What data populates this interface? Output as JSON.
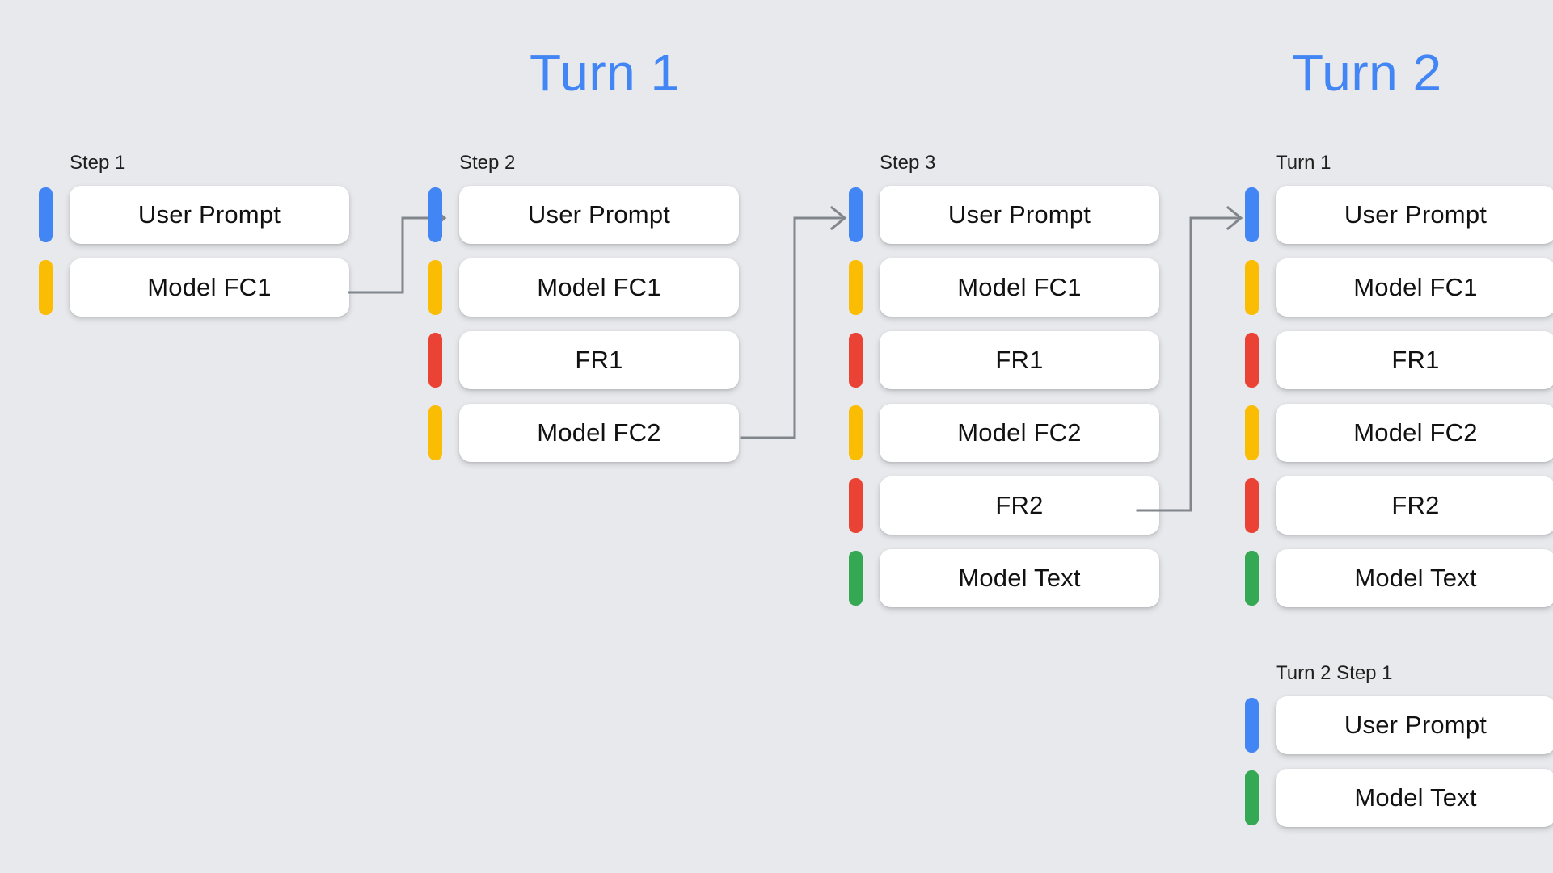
{
  "background_color": "#e8e9ec",
  "titles": [
    {
      "text": "Turn 1",
      "color": "#4285f4"
    },
    {
      "text": "Turn 2",
      "color": "#4285f4"
    }
  ],
  "palette": {
    "blue": "#4285f4",
    "yellow": "#fbbc04",
    "red": "#ea4335",
    "green": "#34a853",
    "card": "#ffffff",
    "connector": "#80868b",
    "text": "#111111"
  },
  "columns": [
    {
      "label": "Step 1",
      "rows": [
        {
          "label": "User Prompt",
          "color": "blue"
        },
        {
          "label": "Model FC1",
          "color": "yellow"
        }
      ]
    },
    {
      "label": "Step 2",
      "rows": [
        {
          "label": "User Prompt",
          "color": "blue"
        },
        {
          "label": "Model FC1",
          "color": "yellow"
        },
        {
          "label": "FR1",
          "color": "red"
        },
        {
          "label": "Model FC2",
          "color": "yellow"
        }
      ]
    },
    {
      "label": "Step 3",
      "rows": [
        {
          "label": "User Prompt",
          "color": "blue"
        },
        {
          "label": "Model FC1",
          "color": "yellow"
        },
        {
          "label": "FR1",
          "color": "red"
        },
        {
          "label": "Model FC2",
          "color": "yellow"
        },
        {
          "label": "FR2",
          "color": "red"
        },
        {
          "label": "Model Text",
          "color": "green"
        }
      ]
    },
    {
      "label": "Turn 1",
      "rows": [
        {
          "label": "User Prompt",
          "color": "blue"
        },
        {
          "label": "Model FC1",
          "color": "yellow"
        },
        {
          "label": "FR1",
          "color": "red"
        },
        {
          "label": "Model FC2",
          "color": "yellow"
        },
        {
          "label": "FR2",
          "color": "red"
        },
        {
          "label": "Model Text",
          "color": "green"
        }
      ]
    },
    {
      "label": "Turn 2 Step 1",
      "rows": [
        {
          "label": "User Prompt",
          "color": "blue"
        },
        {
          "label": "Model Text",
          "color": "green"
        }
      ]
    }
  ],
  "connectors": [
    {
      "name": "step1-to-step2",
      "from_row": "Model FC1",
      "to_row": "User Prompt"
    },
    {
      "name": "step2-to-step3",
      "from_row": "Model FC2",
      "to_row": "User Prompt"
    },
    {
      "name": "step3-to-turn1",
      "from_row": "FR2",
      "to_row": "User Prompt"
    }
  ]
}
